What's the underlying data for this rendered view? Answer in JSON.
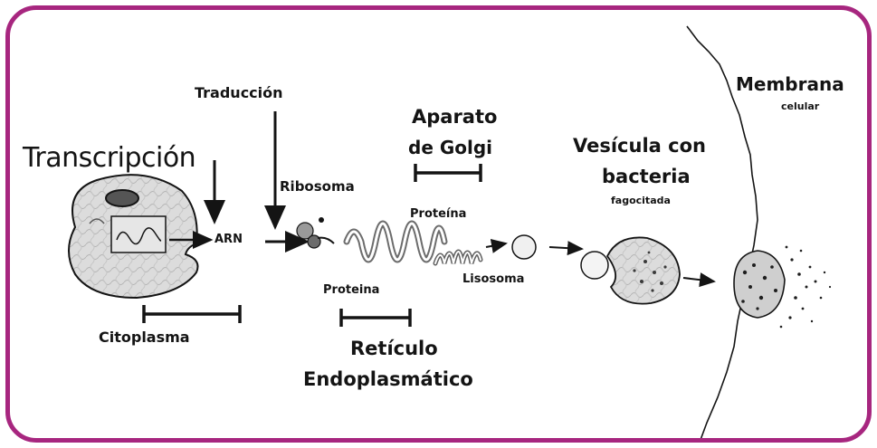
{
  "colors": {
    "frame": "#a7267f",
    "ink": "#141414",
    "cell_fill": "#d9d9d9"
  },
  "labels": {
    "transcripcion": "Transcripción",
    "traduccion": "Traducción",
    "arn": "ARN",
    "ribosoma": "Ribosoma",
    "proteina_golgi": "Proteína",
    "proteina_re": "Proteina",
    "lisosoma": "Lisosoma",
    "citoplasma": "Citoplasma",
    "reticulo_line1": "Retículo",
    "reticulo_line2": "Endoplasmático",
    "golgi_line1": "Aparato",
    "golgi_line2": "de  Golgi",
    "vesicula_line1": "Vesícula con",
    "vesicula_line2": "bacteria",
    "fagocitada": "fagocitada",
    "membrana": "Membrana",
    "celular": "celular"
  }
}
